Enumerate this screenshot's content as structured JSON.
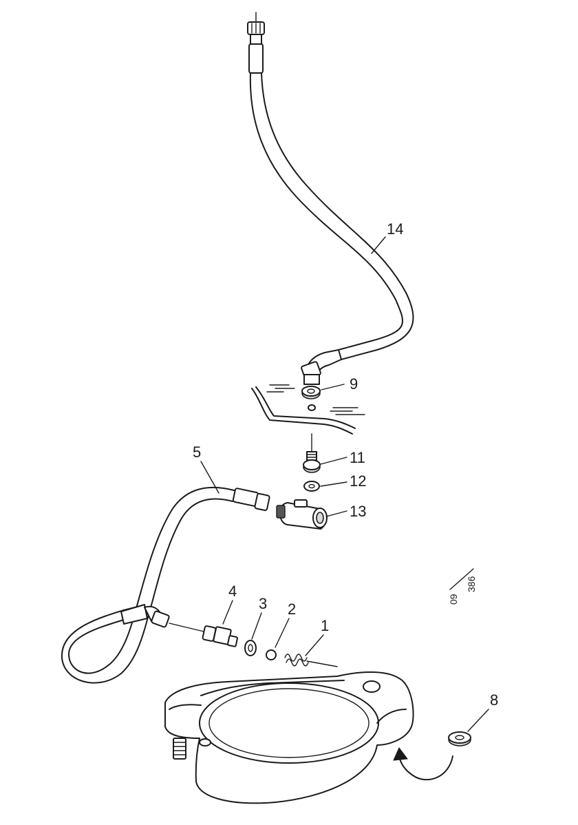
{
  "diagram": {
    "callouts": [
      {
        "id": "1",
        "label": "1"
      },
      {
        "id": "2",
        "label": "2"
      },
      {
        "id": "3",
        "label": "3"
      },
      {
        "id": "4",
        "label": "4"
      },
      {
        "id": "5",
        "label": "5"
      },
      {
        "id": "8",
        "label": "8"
      },
      {
        "id": "9",
        "label": "9"
      },
      {
        "id": "11",
        "label": "11"
      },
      {
        "id": "12",
        "label": "12"
      },
      {
        "id": "13",
        "label": "13"
      },
      {
        "id": "14",
        "label": "14"
      }
    ],
    "drawing_code": {
      "top": "09",
      "bottom": "386"
    }
  }
}
